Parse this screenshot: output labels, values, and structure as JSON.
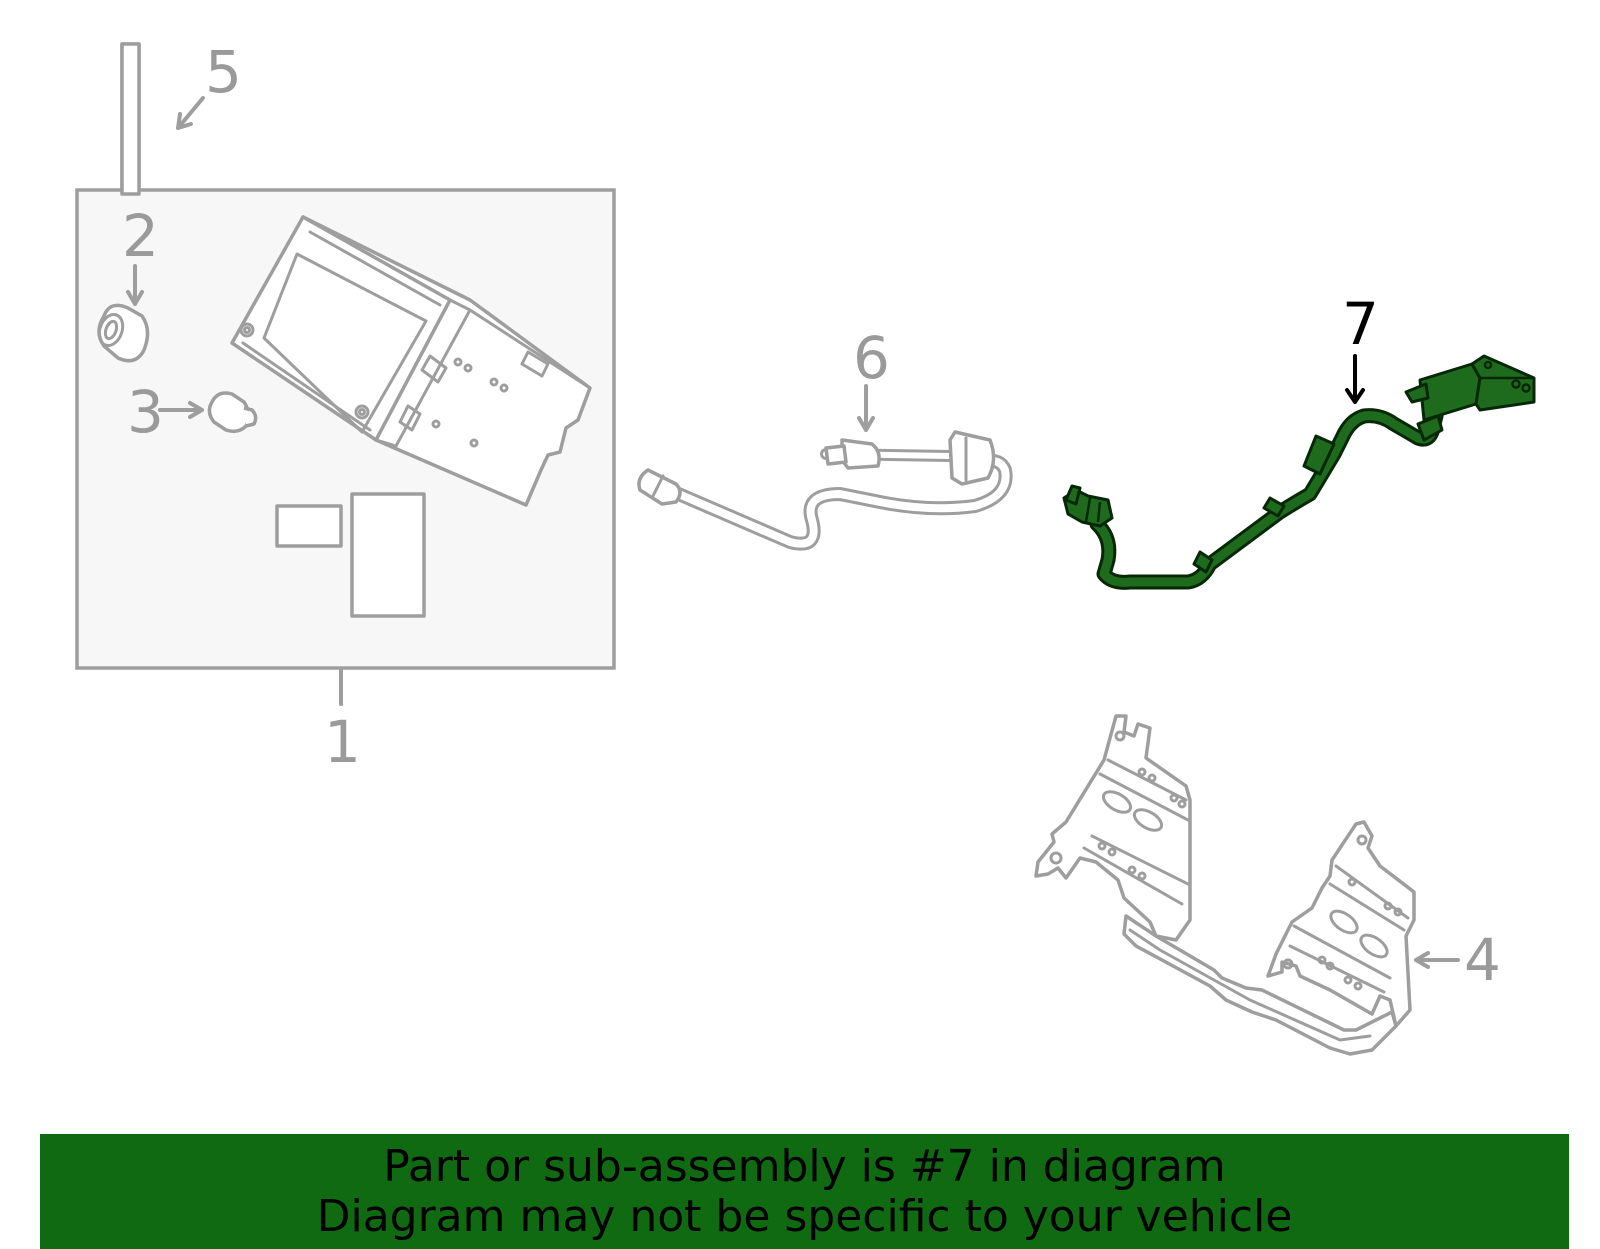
{
  "callouts": {
    "c1": "1",
    "c2": "2",
    "c3": "3",
    "c4": "4",
    "c5": "5",
    "c6": "6",
    "c7": "7"
  },
  "colors": {
    "highlight": "#1e6b1e",
    "banner": "#0f6a12",
    "line": "#9e9e9e"
  },
  "banner": {
    "line1": "Part or sub-assembly is #7 in diagram",
    "line2": "Diagram may not be specific to your vehicle"
  }
}
